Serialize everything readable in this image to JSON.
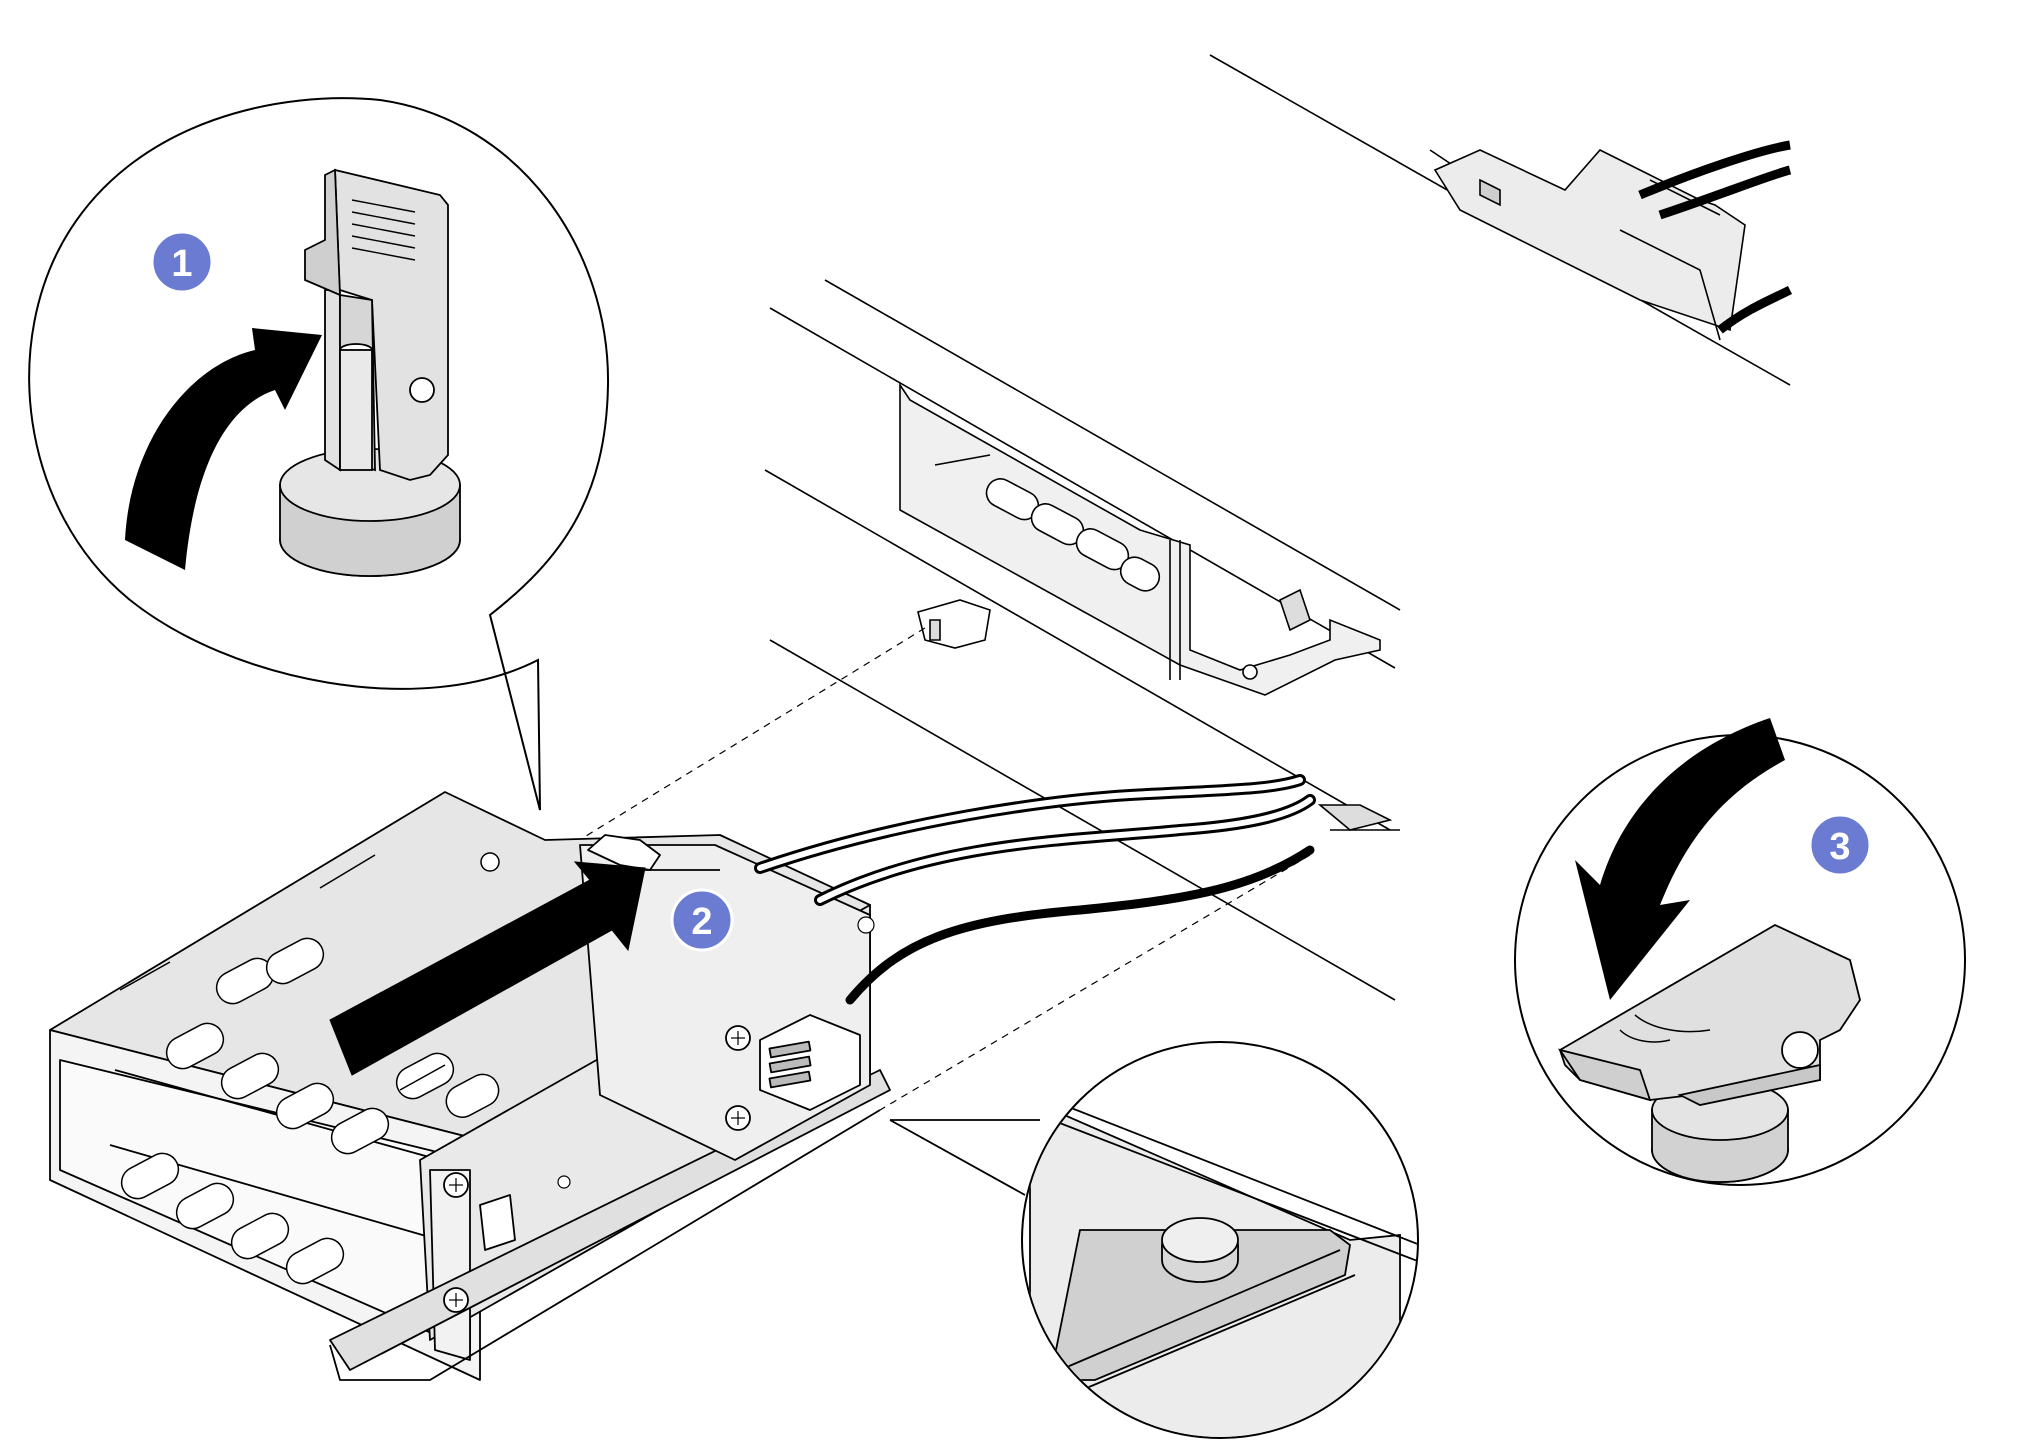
{
  "callouts": [
    {
      "label": "1",
      "action": "lift-latch"
    },
    {
      "label": "2",
      "action": "slide-cage-in"
    },
    {
      "label": "3",
      "action": "lower-latch"
    }
  ],
  "colors": {
    "badge_fill": "#6a7bd1",
    "badge_text": "#ffffff",
    "line": "#000000",
    "metal_fill": "#e7e7e7",
    "metal_shade": "#d3d3d3",
    "arrow": "#000000",
    "background": "#ffffff"
  },
  "icons": [
    "curved-arrow-up-icon",
    "straight-arrow-icon",
    "curved-arrow-down-icon"
  ]
}
